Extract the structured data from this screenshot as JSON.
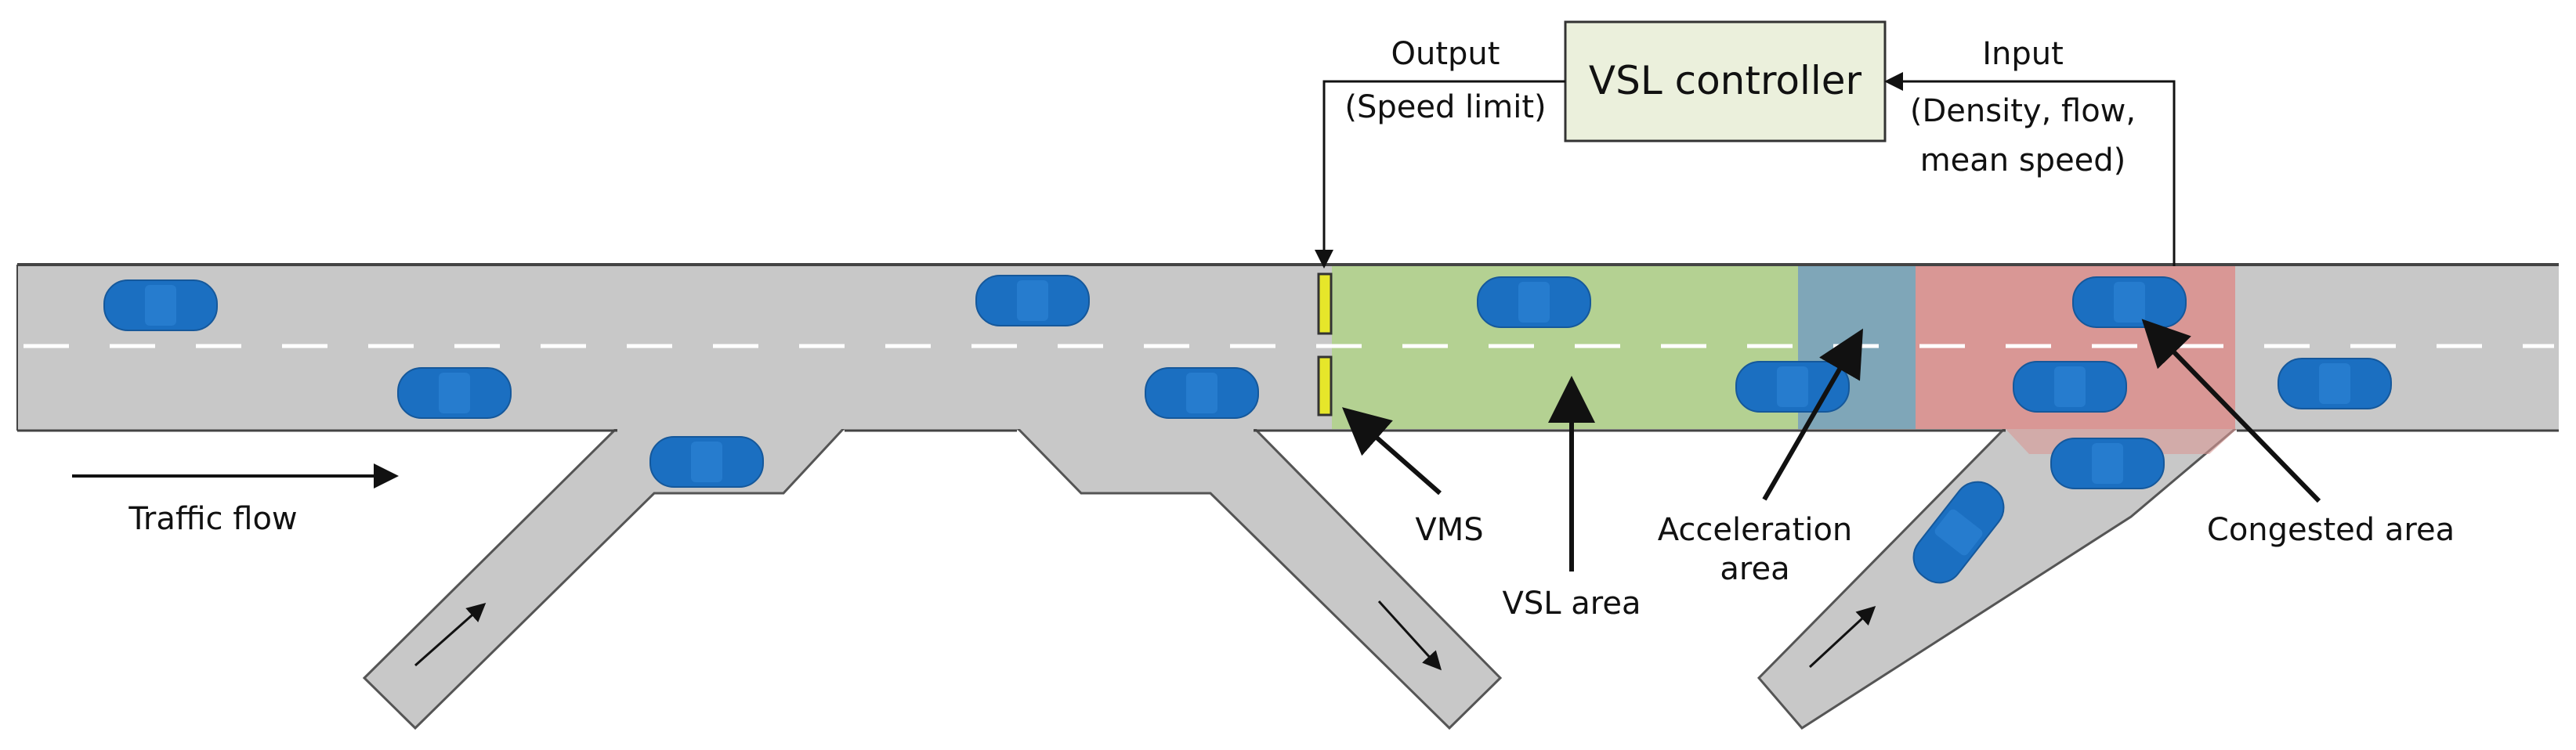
{
  "labels": {
    "controller": "VSL controller",
    "output_title": "Output",
    "output_sub": "(Speed limit)",
    "input_title": "Input",
    "input_line1": "(Density, flow,",
    "input_line2": "mean speed)",
    "traffic_flow": "Traffic flow",
    "vms": "VMS",
    "vsl_area": "VSL area",
    "acceleration_line1": "Acceleration",
    "acceleration_line2": "area",
    "congested_area": "Congested area"
  },
  "colors": {
    "road": "#c8c8c8",
    "road_edge": "#555555",
    "lane_marking": "#ffffff",
    "vsl_area": "#b4d192",
    "acceleration_area": "#7fa6b8",
    "congested_area": "#d99795",
    "controller_box": "#ebf0dc",
    "vehicle": "#1b6fc1",
    "vms_sign": "#e6e62a",
    "arrow": "#111111"
  },
  "icons": [
    "vehicle-icon",
    "vms-sign-icon",
    "arrow-icon"
  ]
}
